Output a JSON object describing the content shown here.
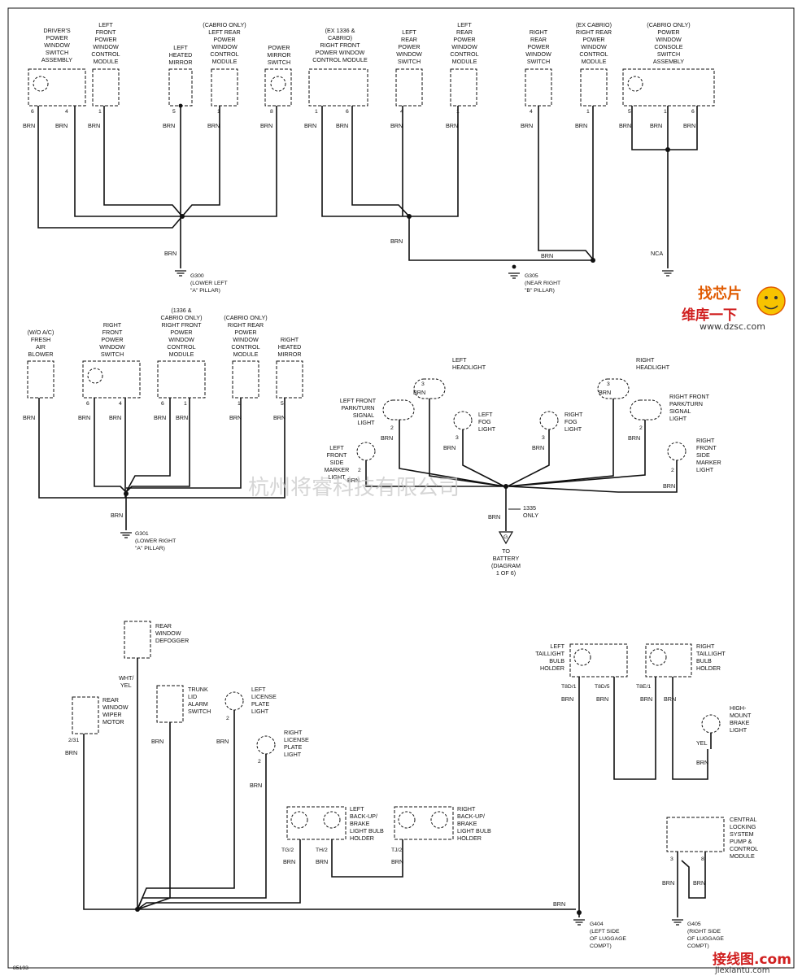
{
  "ground_points": {
    "g300": {
      "id": "G300",
      "loc1": "(LOWER LEFT",
      "loc2": "\"A\" PILLAR)"
    },
    "g305": {
      "id": "G305",
      "loc1": "(NEAR RIGHT",
      "loc2": "\"B\" PILLAR)"
    },
    "g301": {
      "id": "G301",
      "loc1": "(LOWER RIGHT",
      "loc2": "\"A\" PILLAR)"
    },
    "g404": {
      "id": "G404",
      "loc1": "(LEFT SIDE",
      "loc2": "OF LUGGAGE",
      "loc3": "COMPT)"
    },
    "g405": {
      "id": "G405",
      "loc1": "(RIGHT SIDE",
      "loc2": "OF LUGGAGE",
      "loc3": "COMPT)"
    }
  },
  "battery": {
    "l1": "TO",
    "l2": "BATTERY",
    "l3": "(DIAGRAM",
    "l4": "1 OF 6)",
    "note1": "1335",
    "note2": "ONLY"
  },
  "wire": {
    "brn": "BRN",
    "whtyel1": "WHT/",
    "whtyel2": "YEL",
    "yel": "YEL",
    "nca": "NCA"
  },
  "components": {
    "dpws": [
      "DRIVER'S",
      "POWER",
      "WINDOW",
      "SWITCH",
      "ASSEMBLY"
    ],
    "lfpwcm": [
      "LEFT",
      "FRONT",
      "POWER",
      "WINDOW",
      "CONTROL",
      "MODULE"
    ],
    "lhm": [
      "LEFT",
      "HEATED",
      "MIRROR"
    ],
    "lrpwcm_cab": [
      "(CABRIO ONLY)",
      "LEFT REAR",
      "POWER",
      "WINDOW",
      "CONTROL",
      "MODULE"
    ],
    "pms": [
      "POWER",
      "MIRROR",
      "SWITCH"
    ],
    "rfpwcm_ex": [
      "(EX 1336 &",
      "CABRIO)",
      "RIGHT FRONT",
      "POWER WINDOW",
      "CONTROL MODULE"
    ],
    "lrpws": [
      "LEFT",
      "REAR",
      "POWER",
      "WINDOW",
      "SWITCH"
    ],
    "lrpwcm": [
      "LEFT",
      "REAR",
      "POWER",
      "WINDOW",
      "CONTROL",
      "MODULE"
    ],
    "rrpws": [
      "RIGHT",
      "REAR",
      "POWER",
      "WINDOW",
      "SWITCH"
    ],
    "rrpwcm_ex": [
      "(EX CABRIO)",
      "RIGHT REAR",
      "POWER",
      "WINDOW",
      "CONTROL",
      "MODULE"
    ],
    "pwcsa": [
      "(CABRIO ONLY)",
      "POWER",
      "WINDOW",
      "CONSOLE",
      "SWITCH",
      "ASSEMBLY"
    ],
    "fab": [
      "(W/O A/C)",
      "FRESH",
      "AIR",
      "BLOWER"
    ],
    "rfpws": [
      "RIGHT",
      "FRONT",
      "POWER",
      "WINDOW",
      "SWITCH"
    ],
    "rfpwcm_1336": [
      "(1336 &",
      "CABRIO ONLY)",
      "RIGHT FRONT",
      "POWER",
      "WINDOW",
      "CONTROL",
      "MODULE"
    ],
    "rrpwcm_cab": [
      "(CABRIO ONLY)",
      "RIGHT REAR",
      "POWER",
      "WINDOW",
      "CONTROL",
      "MODULE"
    ],
    "rhm": [
      "RIGHT",
      "HEATED",
      "MIRROR"
    ],
    "lhl": [
      "LEFT",
      "HEADLIGHT"
    ],
    "rhl": [
      "RIGHT",
      "HEADLIGHT"
    ],
    "lfpt": [
      "LEFT FRONT",
      "PARK/TURN",
      "SIGNAL",
      "LIGHT"
    ],
    "rfpt": [
      "RIGHT FRONT",
      "PARK/TURN",
      "SIGNAL",
      "LIGHT"
    ],
    "lfog": [
      "LEFT",
      "FOG",
      "LIGHT"
    ],
    "rfog": [
      "RIGHT",
      "FOG",
      "LIGHT"
    ],
    "lfsm": [
      "LEFT",
      "FRONT",
      "SIDE",
      "MARKER",
      "LIGHT"
    ],
    "rfsm": [
      "RIGHT",
      "FRONT",
      "SIDE",
      "MARKER",
      "LIGHT"
    ],
    "rwd": [
      "REAR",
      "WINDOW",
      "DEFOGGER"
    ],
    "rwwm": [
      "REAR",
      "WINDOW",
      "WIPER",
      "MOTOR"
    ],
    "tlas": [
      "TRUNK",
      "LID",
      "ALARM",
      "SWITCH"
    ],
    "llpl": [
      "LEFT",
      "LICENSE",
      "PLATE",
      "LIGHT"
    ],
    "rlpl": [
      "RIGHT",
      "LICENSE",
      "PLATE",
      "LIGHT"
    ],
    "lbub": [
      "LEFT",
      "BACK-UP/",
      "BRAKE",
      "LIGHT BULB",
      "HOLDER"
    ],
    "rbub": [
      "RIGHT",
      "BACK-UP/",
      "BRAKE",
      "LIGHT BULB",
      "HOLDER"
    ],
    "ltbh": [
      "LEFT",
      "TAILLIGHT",
      "BULB",
      "HOLDER"
    ],
    "rtbh": [
      "RIGHT",
      "TAILLIGHT",
      "BULB",
      "HOLDER"
    ],
    "hmbl": [
      "HIGH-",
      "MOUNT",
      "BRAKE",
      "LIGHT"
    ],
    "clspm": [
      "CENTRAL",
      "LOCKING",
      "SYSTEM",
      "PUMP &",
      "CONTROL",
      "MODULE"
    ]
  },
  "pins": {
    "p1": "6",
    "p2": "4",
    "p3": "1",
    "p4": "5",
    "p5": "1",
    "p6": "8",
    "p7": "1",
    "p8": "6",
    "p9": "4",
    "p10": "1",
    "p11": "4",
    "p12": "1",
    "p13": "5",
    "p14": "1",
    "p15": "6",
    "p16": "6",
    "p17": "4",
    "p18": "6",
    "p19": "1",
    "p20": "1",
    "p21": "5",
    "p22": "3",
    "p23": "3",
    "p24": "2",
    "p25": "2",
    "p26": "3",
    "p27": "3",
    "p28": "2",
    "p29": "2",
    "p30": "2/31",
    "p31": "2",
    "p32": "2",
    "p33": "TG/2",
    "p34": "TH/2",
    "p35": "TJ/2",
    "p36": "T8D/1",
    "p37": "T8D/5",
    "p38": "T8E/1",
    "p39": "3",
    "p40": "8"
  },
  "diagram_id": "85193",
  "watermark": {
    "company": "杭州将睿科技有限公司",
    "logo_top": "找芯片",
    "logo_mid": "维库一下",
    "logo_url": "www.dzsc.com",
    "logo_bot": "接线图.com",
    "logo_bot_url": "jiexiantu.com"
  },
  "colors": {
    "line": "#111111",
    "watermark_gray": "#c8c8c8",
    "logo_orange": "#e05a00",
    "logo_red": "#d02020"
  }
}
